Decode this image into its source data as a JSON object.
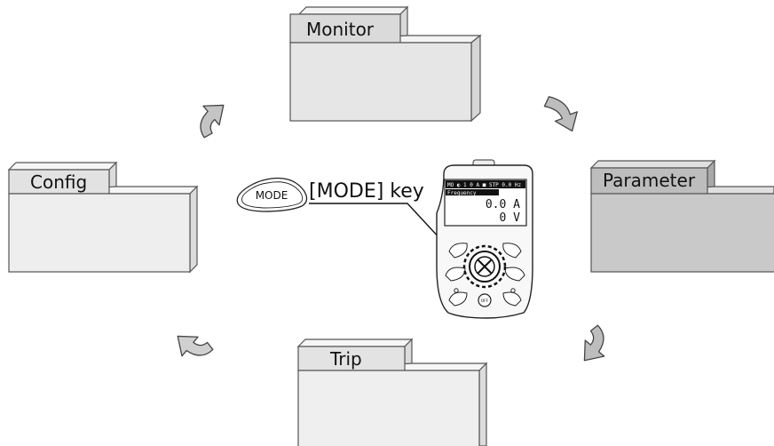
{
  "folders": {
    "monitor": {
      "label": "Monitor",
      "fill": "#e6e6e6",
      "tab_fill": "#dadada"
    },
    "parameter": {
      "label": "Parameter",
      "fill": "#c9c9c9",
      "tab_fill": "#bdbdbd"
    },
    "trip": {
      "label": "Trip",
      "fill": "#efefef",
      "tab_fill": "#e3e3e3"
    },
    "config": {
      "label": "Config",
      "fill": "#eeeeee",
      "tab_fill": "#e2e2e2"
    }
  },
  "mode_button": {
    "text": "MODE"
  },
  "mode_key_label": "[MODE] key",
  "keypad": {
    "status_line": "MO ◐ 1 0 A ■ STP   0.0 Hz",
    "screen_line2": "Frequency",
    "screen_line3": "0.0 A",
    "screen_line4": "0 V",
    "off_label": "OFF"
  },
  "colors": {
    "arrow": "#b8b8b8",
    "stroke": "#333333"
  },
  "icons": [
    "cycle-arrow-icon",
    "keypad-icon",
    "mode-button-icon"
  ]
}
